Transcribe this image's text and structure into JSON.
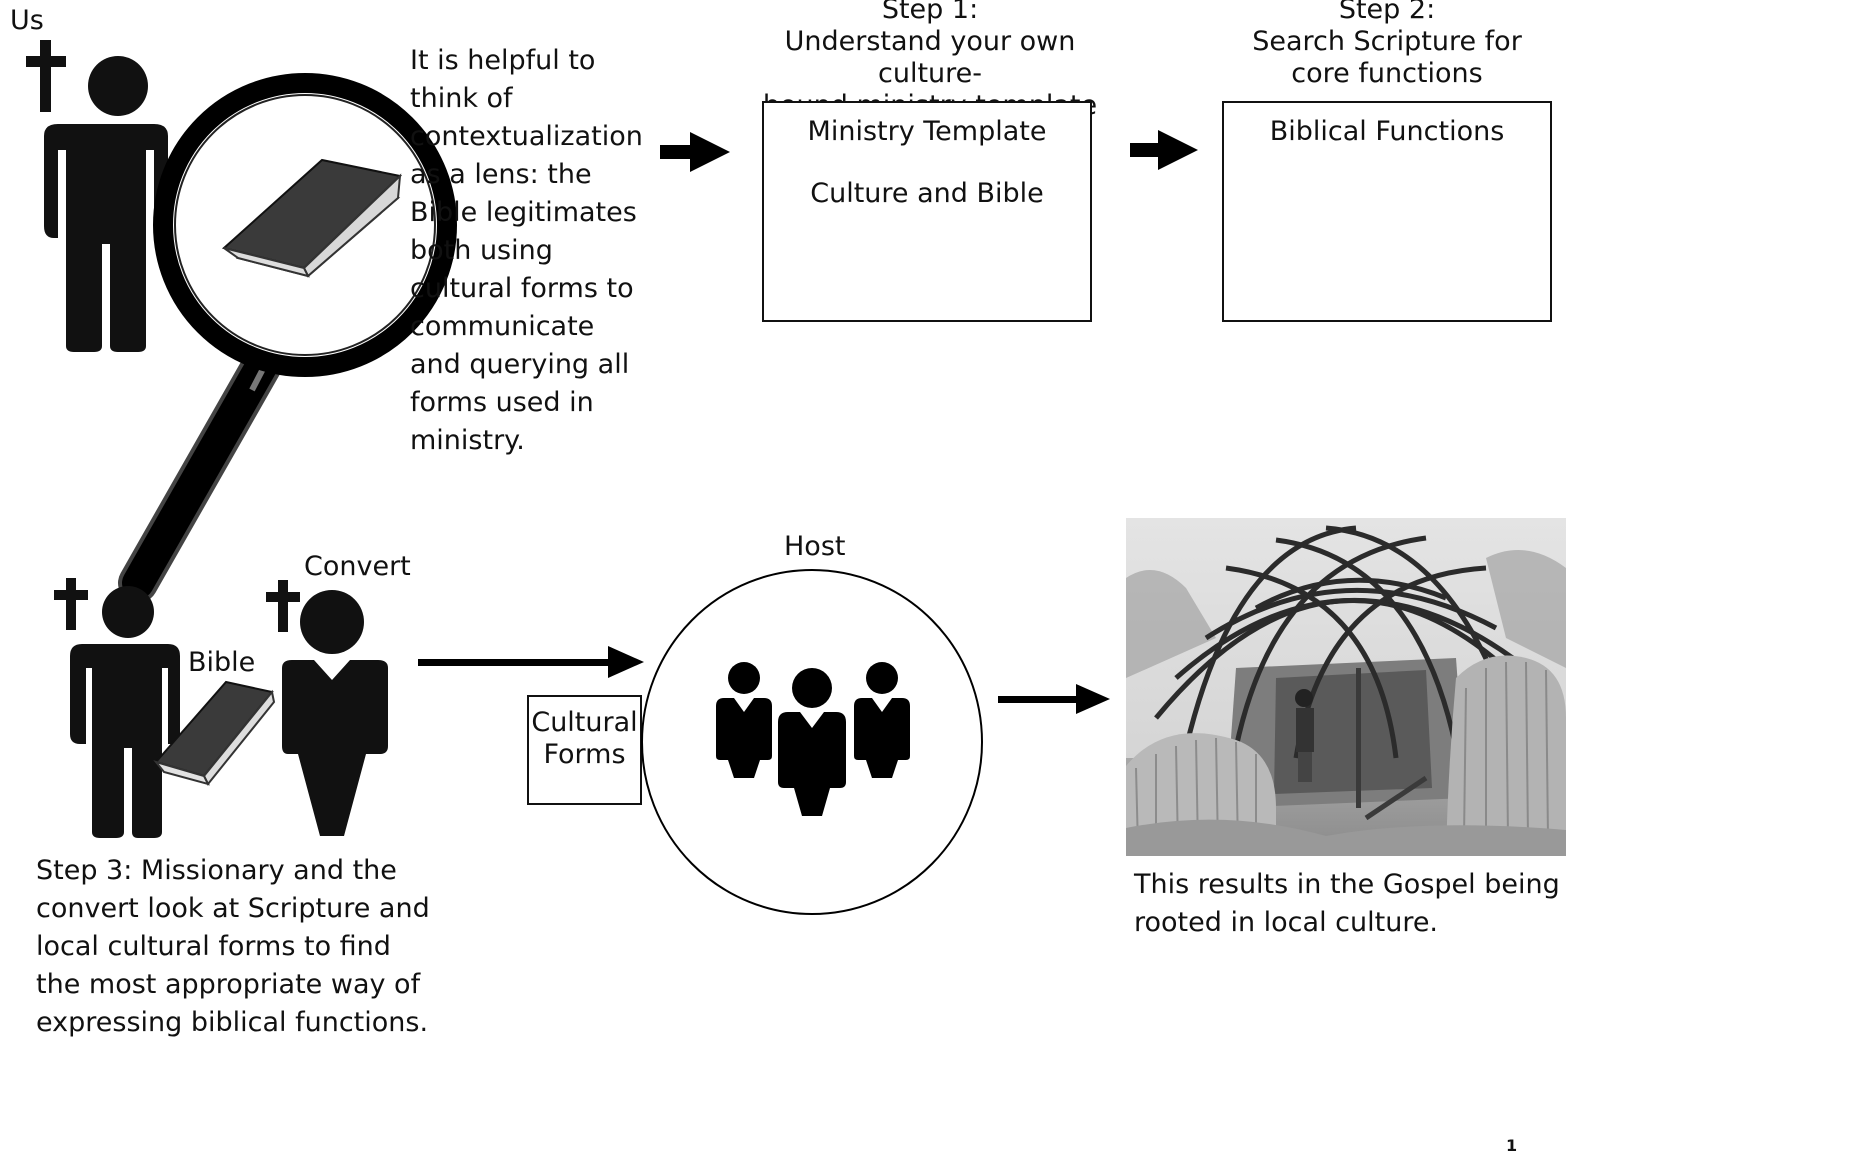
{
  "top_left_label": "Us",
  "lens_text": "It is helpful to think of contextualization as a lens: the Bible legitimates both using cultural forms to communicate and querying all forms used in ministry.",
  "step1": {
    "heading_line1": "Step 1:",
    "heading_line2": "Understand your own culture-",
    "heading_line3": "bound ministry template",
    "box_line1": "Ministry Template",
    "box_line2": "Culture and Bible"
  },
  "step2": {
    "heading_line1": "Step 2:",
    "heading_line2": "Search Scripture for",
    "heading_line3": "core functions",
    "box_line1": "Biblical Functions"
  },
  "bottom": {
    "bible_label": "Bible",
    "convert_label": "Convert",
    "host_label": "Host",
    "cultural_forms_line1": "Cultural",
    "cultural_forms_line2": "Forms",
    "step3_text": "Step 3: Missionary and the convert look at Scripture and local cultural forms to find the most appropriate way of expressing biblical functions.",
    "result_text": "This results in the Gospel being rooted in local culture."
  },
  "page_number": "1"
}
